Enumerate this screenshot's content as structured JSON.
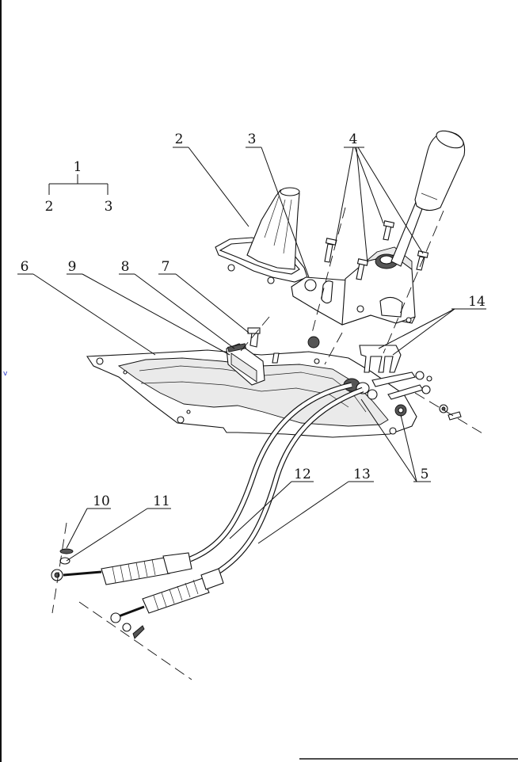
{
  "labels": {
    "l1": "1",
    "l1a": "2",
    "l1b": "3",
    "l2": "2",
    "l3": "3",
    "l4": "4",
    "l5": "5",
    "l6": "6",
    "l7": "7",
    "l8": "8",
    "l9": "9",
    "l10": "10",
    "l11": "11",
    "l12": "12",
    "l13": "13",
    "l14": "14"
  },
  "marker": "v"
}
